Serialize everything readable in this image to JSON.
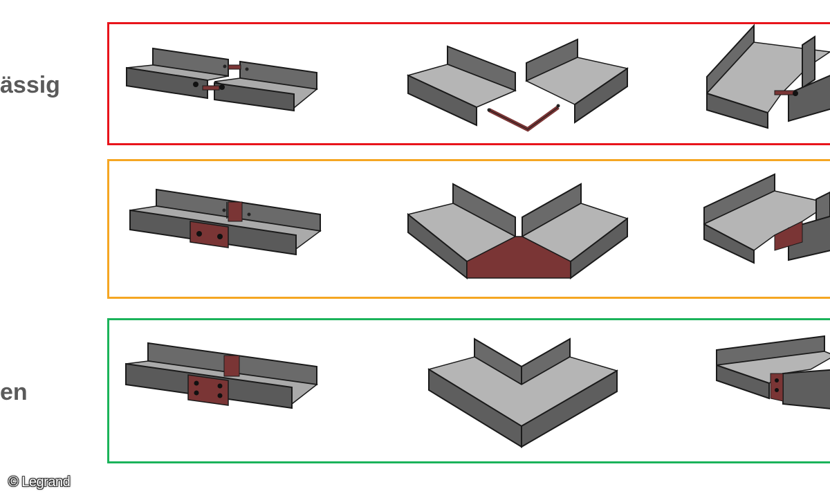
{
  "rows": [
    {
      "label": "ässig",
      "border_color": "#e8141b"
    },
    {
      "label": "",
      "border_color": "#f5a623"
    },
    {
      "label": "en",
      "border_color": "#1bb35a"
    }
  ],
  "colors": {
    "metal_dark": "#5e5e5e",
    "metal_mid": "#8c8c8c",
    "metal_light": "#b8b8b8",
    "connector": "#7a3535",
    "outline": "#1a1a1a"
  },
  "copyright": "© Legrand"
}
